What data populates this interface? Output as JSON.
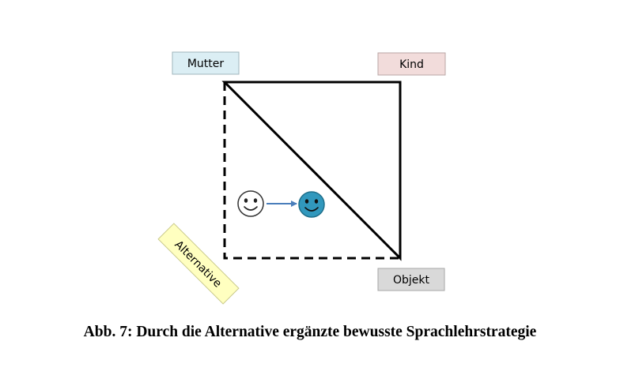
{
  "labels": {
    "mutter": "Mutter",
    "kind": "Kind",
    "objekt": "Objekt",
    "alternative": "Alternative"
  },
  "caption": "Abb. 7: Durch die Alternative ergänzte bewusste Sprachlehrstrategie",
  "colors": {
    "mutter_box": "#dbeef4",
    "kind_box": "#f2dcdb",
    "objekt_box": "#d9d9d9",
    "alternative_box": "#ffffc0",
    "smiley_filled": "#3198bd",
    "arrow": "#4a7ebb"
  },
  "icons": {
    "left_face": "smiley-outline-icon",
    "right_face": "smiley-filled-icon"
  }
}
